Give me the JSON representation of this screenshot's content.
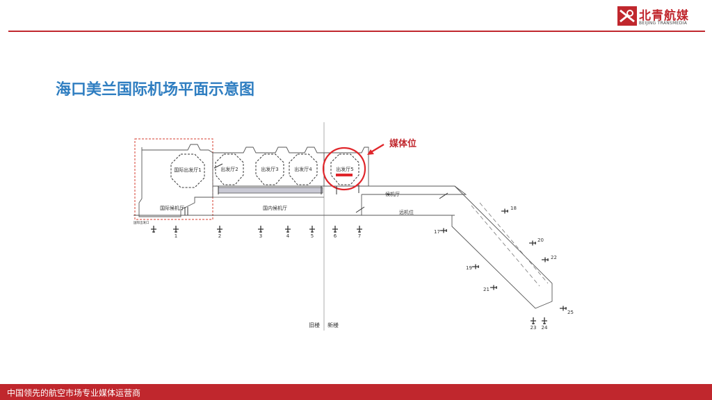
{
  "header": {
    "logo_cn": "北青航媒",
    "logo_en": "BEIJING TRANSMEDIA",
    "brand_color": "#c0272d"
  },
  "title": "海口美兰国际机场平面示意图",
  "callout": {
    "label": "媒体位"
  },
  "diagram": {
    "halls": [
      "国际出发厅1",
      "出发厅2",
      "出发厅3",
      "出发厅4",
      "出发厅5"
    ],
    "intl_waiting": "国际候机厅",
    "intl_gate_label": "国际出发口",
    "domestic_waiting": "国内候机厅",
    "waiting_right": "候机厅",
    "remote_stand": "远机位",
    "old_building": "旧楼",
    "new_building": "新楼",
    "gates_left": [
      "1",
      "2",
      "3",
      "4",
      "5",
      "6",
      "7"
    ],
    "gates_right": [
      "17",
      "18",
      "19",
      "20",
      "21",
      "22",
      "23",
      "24",
      "25"
    ]
  },
  "footer": {
    "text": "中国领先的航空市场专业媒体运营商"
  }
}
